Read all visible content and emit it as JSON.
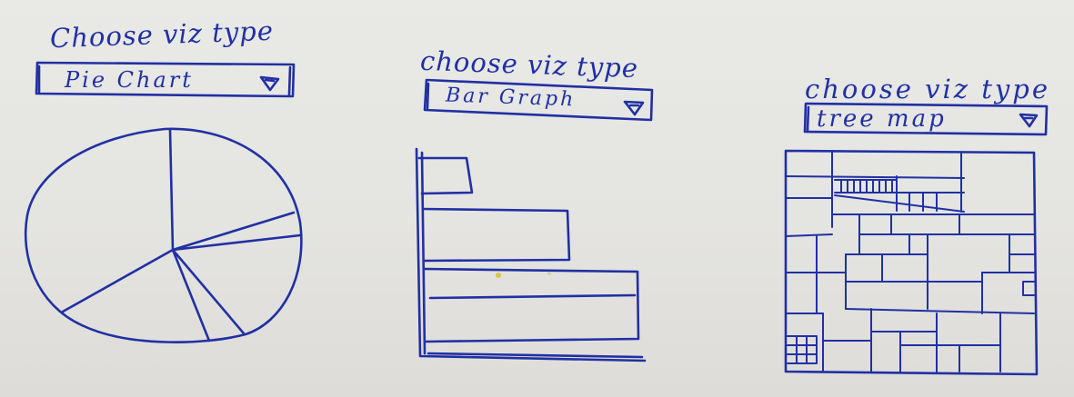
{
  "panels": [
    {
      "id": "pie",
      "label": "Choose viz type",
      "dropdown_value": "Pie Chart"
    },
    {
      "id": "bar",
      "label": "choose viz type",
      "dropdown_value": "Bar Graph"
    },
    {
      "id": "tree",
      "label": "choose viz type",
      "dropdown_value": "tree map"
    }
  ],
  "colors": {
    "ink": "#2130a3",
    "paper": "#e6e6e3"
  }
}
